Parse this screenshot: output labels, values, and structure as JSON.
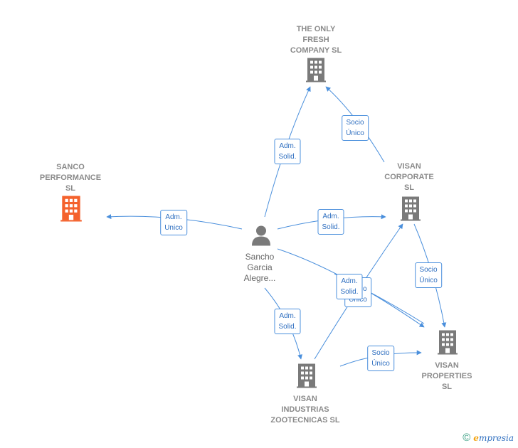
{
  "colors": {
    "edge": "#4a8fdc",
    "building_default": "#7a7a7a",
    "building_focus": "#f4622d",
    "person": "#7a7a7a"
  },
  "nodes": {
    "the_only_fresh": {
      "label": "THE ONLY\nFRESH\nCOMPANY  SL",
      "icon": "building-icon"
    },
    "sanco": {
      "label": "SANCO\nPERFORMANCE\nSL",
      "icon": "building-icon"
    },
    "visan_corporate": {
      "label": "VISAN\nCORPORATE\nSL",
      "icon": "building-icon"
    },
    "sancho": {
      "label": "Sancho\nGarcia\nAlegre...",
      "icon": "person-icon"
    },
    "visan_properties": {
      "label": "VISAN\nPROPERTIES\nSL",
      "icon": "building-icon"
    },
    "visan_industrias": {
      "label": "VISAN\nINDUSTRIAS\nZOOTECNICAS SL",
      "icon": "building-icon"
    }
  },
  "edges": {
    "e1": "Adm.\nSolid.",
    "e2": "Socio\nÚnico",
    "e3": "Adm.\nUnico",
    "e4": "Adm.\nSolid.",
    "e5": "Socio\nÚnico",
    "e6": "Adm.\nSolid.",
    "e7": "Socio\nÚnico",
    "e8": "Adm.\nSolid.",
    "e9": "Socio\nÚnico"
  },
  "footer": {
    "copyright": "©",
    "brand_first": "e",
    "brand_rest": "mpresia"
  }
}
